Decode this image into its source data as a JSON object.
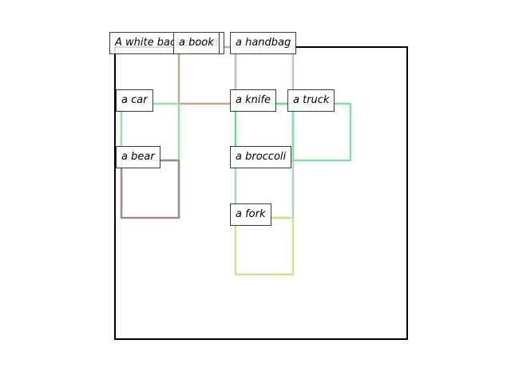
{
  "caption": "A white background",
  "colors": {
    "canvas_border": "#000000",
    "label_border": "#3a3a3a"
  },
  "objects": [
    {
      "id": "book",
      "label": "a book",
      "color": "#c9a195"
    },
    {
      "id": "handbag",
      "label": "a handbag",
      "color": "#b7cbc4"
    },
    {
      "id": "car",
      "label": "a car",
      "color": "#97e2a5"
    },
    {
      "id": "knife",
      "label": "a knife",
      "color": "#6fd98a"
    },
    {
      "id": "truck",
      "label": "a truck",
      "color": "#82e0a0"
    },
    {
      "id": "bear",
      "label": "a bear",
      "color": "#a08a86"
    },
    {
      "id": "broccoli",
      "label": "a broccoli",
      "color": "#b6cfb8"
    },
    {
      "id": "fork",
      "label": "a fork",
      "color": "#c7e58a"
    }
  ]
}
